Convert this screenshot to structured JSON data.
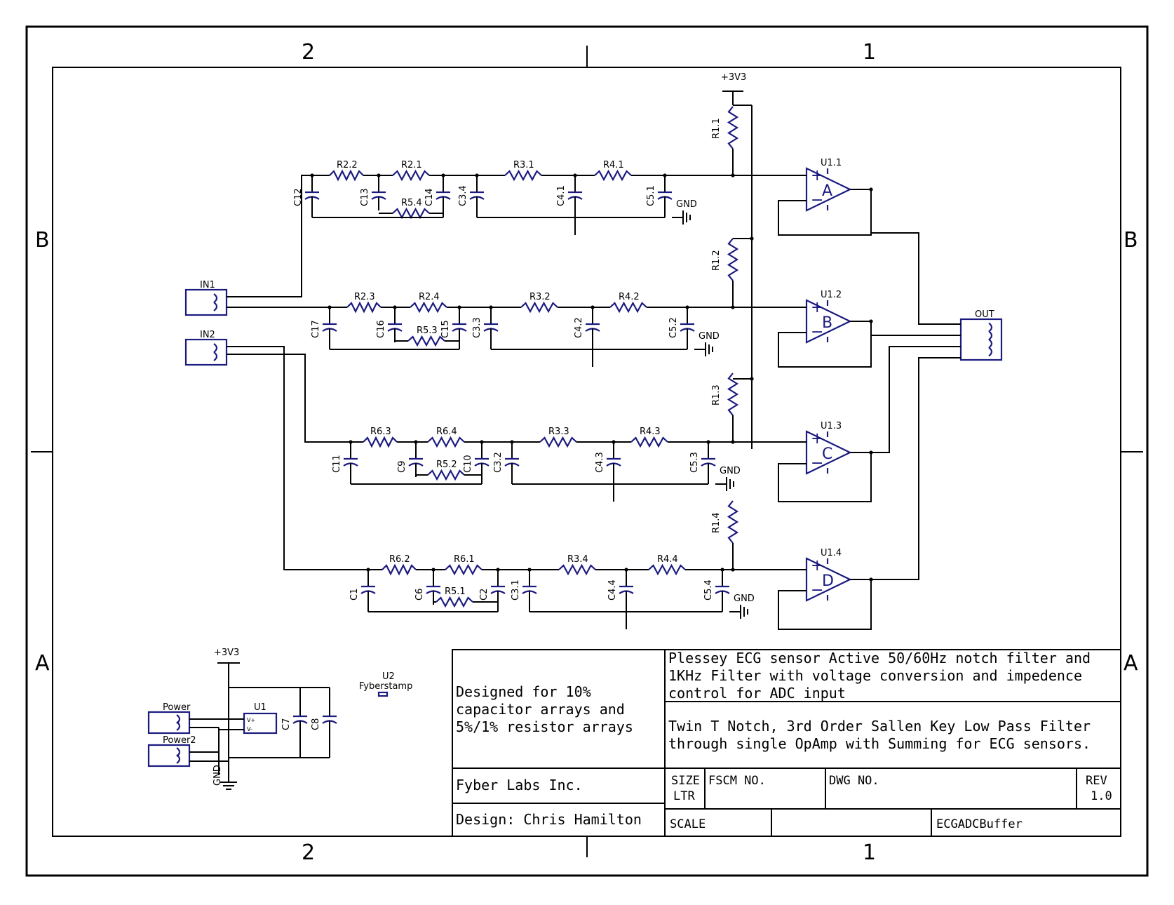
{
  "zones": {
    "col_left": "2",
    "col_right": "1",
    "row_upper": "B",
    "row_lower": "A"
  },
  "power": {
    "rail": "+3V3",
    "ground": "GND"
  },
  "channels": [
    {
      "resistors": [
        "R2.2",
        "R2.1",
        "R5.4",
        "R3.1",
        "R4.1",
        "R1.1"
      ],
      "capacitors": [
        "C12",
        "C13",
        "C14",
        "C3.4",
        "C4.1",
        "C5.1"
      ],
      "opamp": "U1.1",
      "unit": "A"
    },
    {
      "resistors": [
        "R2.3",
        "R2.4",
        "R5.3",
        "R3.2",
        "R4.2",
        "R1.2"
      ],
      "capacitors": [
        "C17",
        "C16",
        "C15",
        "C3.3",
        "C4.2",
        "C5.2"
      ],
      "opamp": "U1.2",
      "unit": "B"
    },
    {
      "resistors": [
        "R6.3",
        "R6.4",
        "R5.2",
        "R3.3",
        "R4.3",
        "R1.3"
      ],
      "capacitors": [
        "C11",
        "C9",
        "C10",
        "C3.2",
        "C4.3",
        "C5.3"
      ],
      "opamp": "U1.3",
      "unit": "C"
    },
    {
      "resistors": [
        "R6.2",
        "R6.1",
        "R5.1",
        "R3.4",
        "R4.4",
        "R1.4"
      ],
      "capacitors": [
        "C1",
        "C6",
        "C2",
        "C3.1",
        "C4.4",
        "C5.4"
      ],
      "opamp": "U1.4",
      "unit": "D"
    }
  ],
  "connectors": {
    "in1": "IN1",
    "in2": "IN2",
    "out": "OUT",
    "power": "Power",
    "power2": "Power2"
  },
  "power_section": {
    "regulator": "U1",
    "vplus": "V+",
    "vminus": "V-",
    "cap_a": "C7",
    "cap_b": "C8"
  },
  "module": {
    "ref": "U2",
    "name": "Fyberstamp"
  },
  "title_block": {
    "title": "Plessey ECG sensor Active 50/60Hz notch filter and 1KHz Filter with voltage conversion and impedence control for ADC input",
    "description": "Twin T Notch, 3rd Order Sallen Key Low Pass Filter through single OpAmp with Summing for ECG sensors.",
    "note": "Designed for 10% capacitor arrays and 5%/1% resistor arrays",
    "company": "Fyber Labs Inc.",
    "designer": "Design: Chris Hamilton",
    "size_label": "SIZE",
    "size_value": "LTR",
    "fscm_label": "FSCM NO.",
    "dwg_label": "DWG NO.",
    "rev_label": "REV",
    "rev_value": "1.0",
    "scale_label": "SCALE",
    "sheet_name": "ECGADCBuffer"
  }
}
